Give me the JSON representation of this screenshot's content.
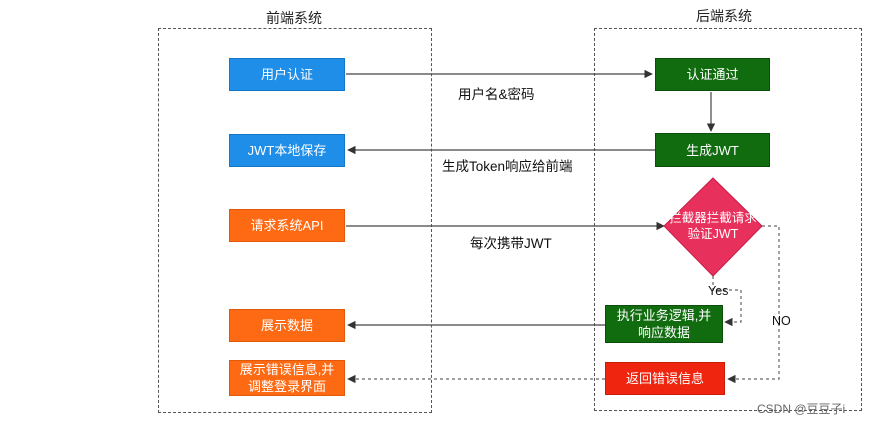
{
  "frontend": {
    "title": "前端系统",
    "auth_button": "用户认证",
    "save_jwt": "JWT本地保存",
    "request_api": "请求系统API",
    "show_data": "展示数据",
    "show_error_line1": "展示错误信息,并",
    "show_error_line2": "调整登录界面"
  },
  "backend": {
    "title": "后端系统",
    "auth_pass": "认证通过",
    "gen_jwt": "生成JWT",
    "interceptor_line1": "拦截器拦截请求",
    "interceptor_line2": "验证JWT",
    "exec_logic_line1": "执行业务逻辑,并",
    "exec_logic_line2": "响应数据",
    "return_error": "返回错误信息"
  },
  "flows": {
    "credentials": "用户名&密码",
    "token_response": "生成Token响应给前端",
    "carry_jwt": "每次携带JWT",
    "yes": "Yes",
    "no": "NO"
  },
  "watermark": "CSDN @豆豆子i",
  "colors": {
    "blue": "#1f8ee8",
    "green": "#116b0f",
    "orange": "#fd6a13",
    "red": "#f0250f",
    "diamond": "#e8305c"
  }
}
